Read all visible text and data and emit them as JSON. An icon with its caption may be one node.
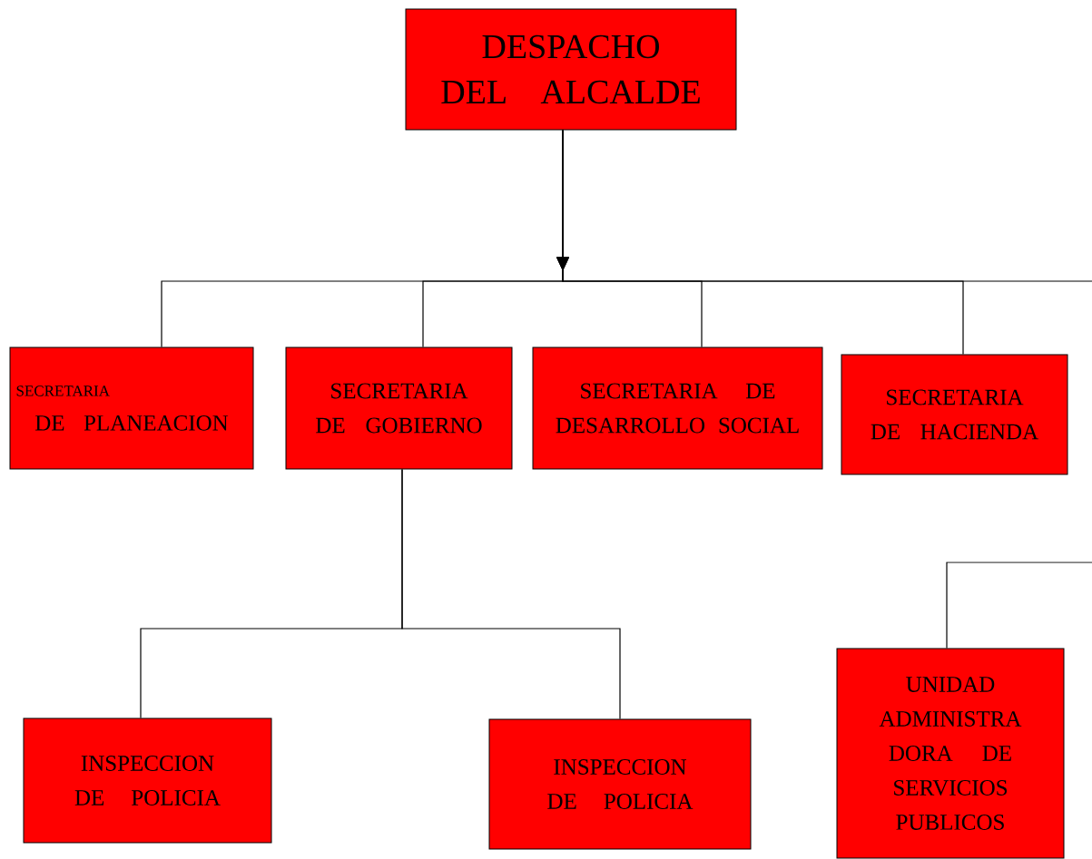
{
  "diagram": {
    "nodes": [
      {
        "text": [
          "DESPACHO DEL ALCALDE"
        ]
      },
      {
        "text": [
          "SECRETARIA",
          "DE PLANEACION"
        ]
      },
      {
        "text": [
          "SECRETARIA DE GOBIERNO"
        ]
      },
      {
        "text": [
          "SECRETARIA DE DESARROLLO SOCIAL"
        ]
      },
      {
        "text": [
          "SECRETARIA DE HACIENDA"
        ]
      },
      {
        "text": [
          "INSPECCION DE POLICIA"
        ]
      },
      {
        "text": [
          "INSPECCION DE POLICIA"
        ]
      },
      {
        "text": [
          "UNIDAD ADMINISTRA DORA DE SERVICIOS PUBLICOS"
        ]
      }
    ],
    "edges": [
      {
        "from": 0,
        "to": 1,
        "arrow": "to"
      },
      {
        "from": 0,
        "to": 2,
        "arrow": "to"
      },
      {
        "from": 0,
        "to": 3,
        "arrow": "to"
      },
      {
        "from": 0,
        "to": 4,
        "arrow": "to"
      },
      {
        "from": 0,
        "to": null,
        "arrow": "none"
      },
      {
        "from": 2,
        "to": 5,
        "arrow": "none"
      },
      {
        "from": 2,
        "to": 6,
        "arrow": "none"
      },
      {
        "from": null,
        "to": 7,
        "arrow": "none"
      }
    ]
  }
}
